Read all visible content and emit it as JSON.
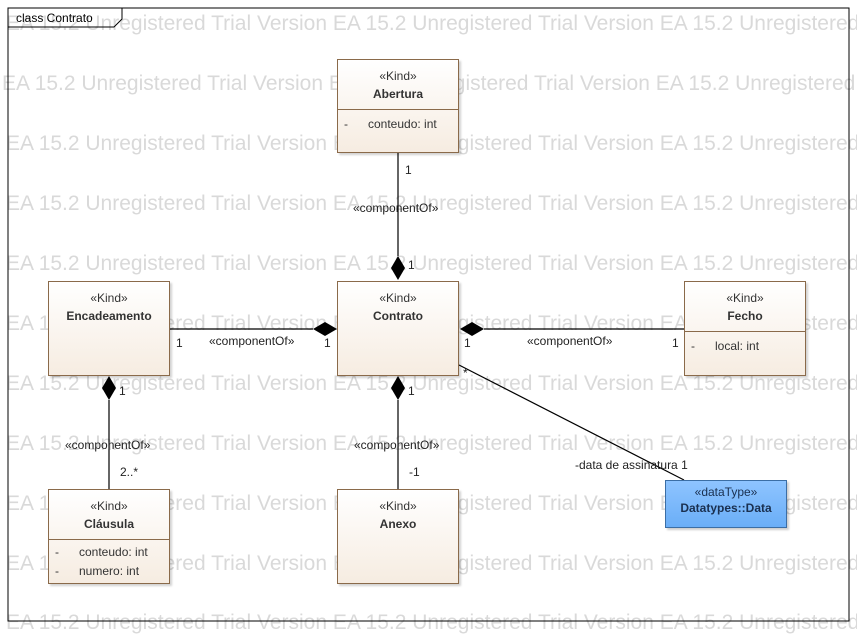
{
  "diagram": {
    "frame_title": "class Contrato",
    "watermark": "EA 15.2 Unregistered Trial Version"
  },
  "classes": {
    "abertura": {
      "stereotype": "«Kind»",
      "name": "Abertura",
      "attributes": [
        {
          "visibility": "-",
          "text": "conteudo: int"
        }
      ]
    },
    "contrato": {
      "stereotype": "«Kind»",
      "name": "Contrato",
      "attributes": []
    },
    "encadeamento": {
      "stereotype": "«Kind»",
      "name": "Encadeamento",
      "attributes": []
    },
    "fecho": {
      "stereotype": "«Kind»",
      "name": "Fecho",
      "attributes": [
        {
          "visibility": "-",
          "text": "local: int"
        }
      ]
    },
    "clausula": {
      "stereotype": "«Kind»",
      "name": "Cláusula",
      "attributes": [
        {
          "visibility": "-",
          "text": "conteudo: int"
        },
        {
          "visibility": "-",
          "text": "numero: int"
        }
      ]
    },
    "anexo": {
      "stereotype": "«Kind»",
      "name": "Anexo",
      "attributes": []
    },
    "data": {
      "stereotype": "«dataType»",
      "name": "Datatypes::Data"
    }
  },
  "associations": {
    "abertura_contrato": {
      "label": "«componentOf»",
      "source_mult": "1",
      "target_mult": "1"
    },
    "encadeamento_contrato": {
      "label": "«componentOf»",
      "source_mult": "1",
      "target_mult": "1"
    },
    "fecho_contrato": {
      "label": "«componentOf»",
      "source_mult": "1",
      "target_mult": "1"
    },
    "clausula_encadeamento": {
      "label": "«componentOf»",
      "source_mult": "2..*",
      "target_mult": "1"
    },
    "anexo_contrato": {
      "label": "«componentOf»",
      "source_mult": "-1",
      "target_mult": "1"
    },
    "contrato_data": {
      "role_label": "-data de assinatura 1",
      "source_mult": "*"
    }
  },
  "colors": {
    "class_border": "#8a6a4a",
    "class_fill_top": "#ffffff",
    "class_fill_bottom": "#f6ece1",
    "datatype_fill": "#6aaef7",
    "watermark": "#d9d9d9",
    "line": "#000000"
  }
}
